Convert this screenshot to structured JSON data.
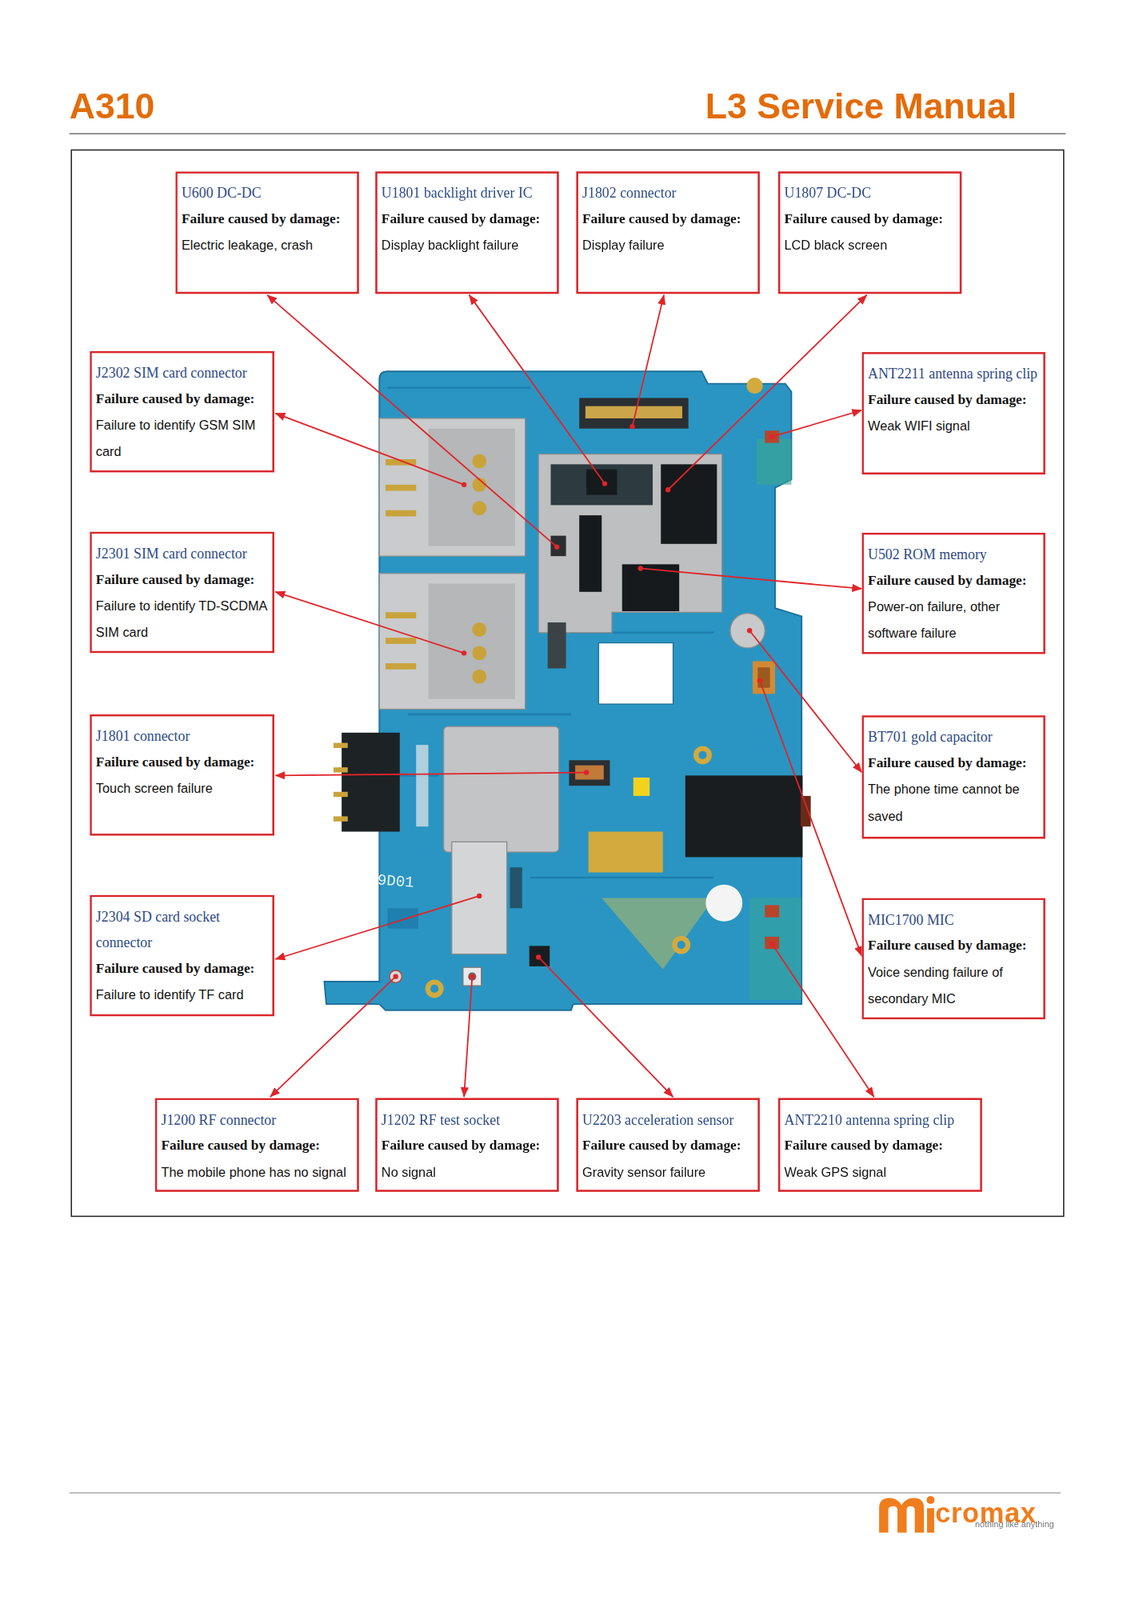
{
  "diagram": {
    "title": "A310",
    "nodes": [
      {
        "text": [
          "U600 DC-DC",
          "Failure caused by damage:",
          "Electric leakage, crash"
        ]
      },
      {
        "text": [
          "U1801 backlight driver IC",
          "Failure caused by damage:",
          "Display backlight failure"
        ]
      },
      {
        "text": [
          "J1802 connector",
          "Failure caused by damage:",
          "Display failure"
        ]
      },
      {
        "text": [
          "U1807 DC-DC",
          "Failure caused by damage:",
          "LCD black screen"
        ]
      },
      {
        "text": [
          "J2302 SIM card connector",
          "Failure caused by damage:",
          "Failure to identify GSM SIM card"
        ]
      },
      {
        "text": [
          "ANT2211 antenna spring clip",
          "Failure caused by damage:",
          "Weak WIFI signal"
        ]
      },
      {
        "text": [
          "J2301 SIM card connector",
          "Failure caused by damage:",
          "Failure to identify TD-SCDMA SIM card"
        ]
      },
      {
        "text": [
          "U502 ROM memory",
          "Failure caused by damage:",
          "Power-on failure, other software failure"
        ]
      },
      {
        "text": [
          "J1801 connector",
          "Failure caused by damage:",
          "Touch screen failure"
        ]
      },
      {
        "text": [
          "BT701 gold capacitor",
          "Failure caused by damage:",
          "The phone time cannot be saved"
        ]
      },
      {
        "text": [
          "J2304 SD card socket connector",
          "Failure caused by damage:",
          "Failure to identify TF card"
        ]
      },
      {
        "text": [
          "MIC1700 MIC",
          "Failure caused by damage:",
          "Voice sending failure of secondary MIC"
        ]
      },
      {
        "text": [
          "J1200 RF connector",
          "Failure caused by damage:",
          "The mobile phone has no signal"
        ]
      },
      {
        "text": [
          "J1202 RF test socket",
          "Failure caused by damage:",
          "No signal"
        ]
      },
      {
        "text": [
          "U2203 acceleration sensor",
          "Failure caused by damage:",
          "Gravity sensor failure"
        ]
      },
      {
        "text": [
          "ANT2210 antenna spring clip",
          "Failure caused by damage:",
          "Weak GPS signal"
        ]
      }
    ],
    "labels": [
      "L3 Service Manual",
      "9D01",
      "cromax",
      "nothing like anything"
    ]
  }
}
